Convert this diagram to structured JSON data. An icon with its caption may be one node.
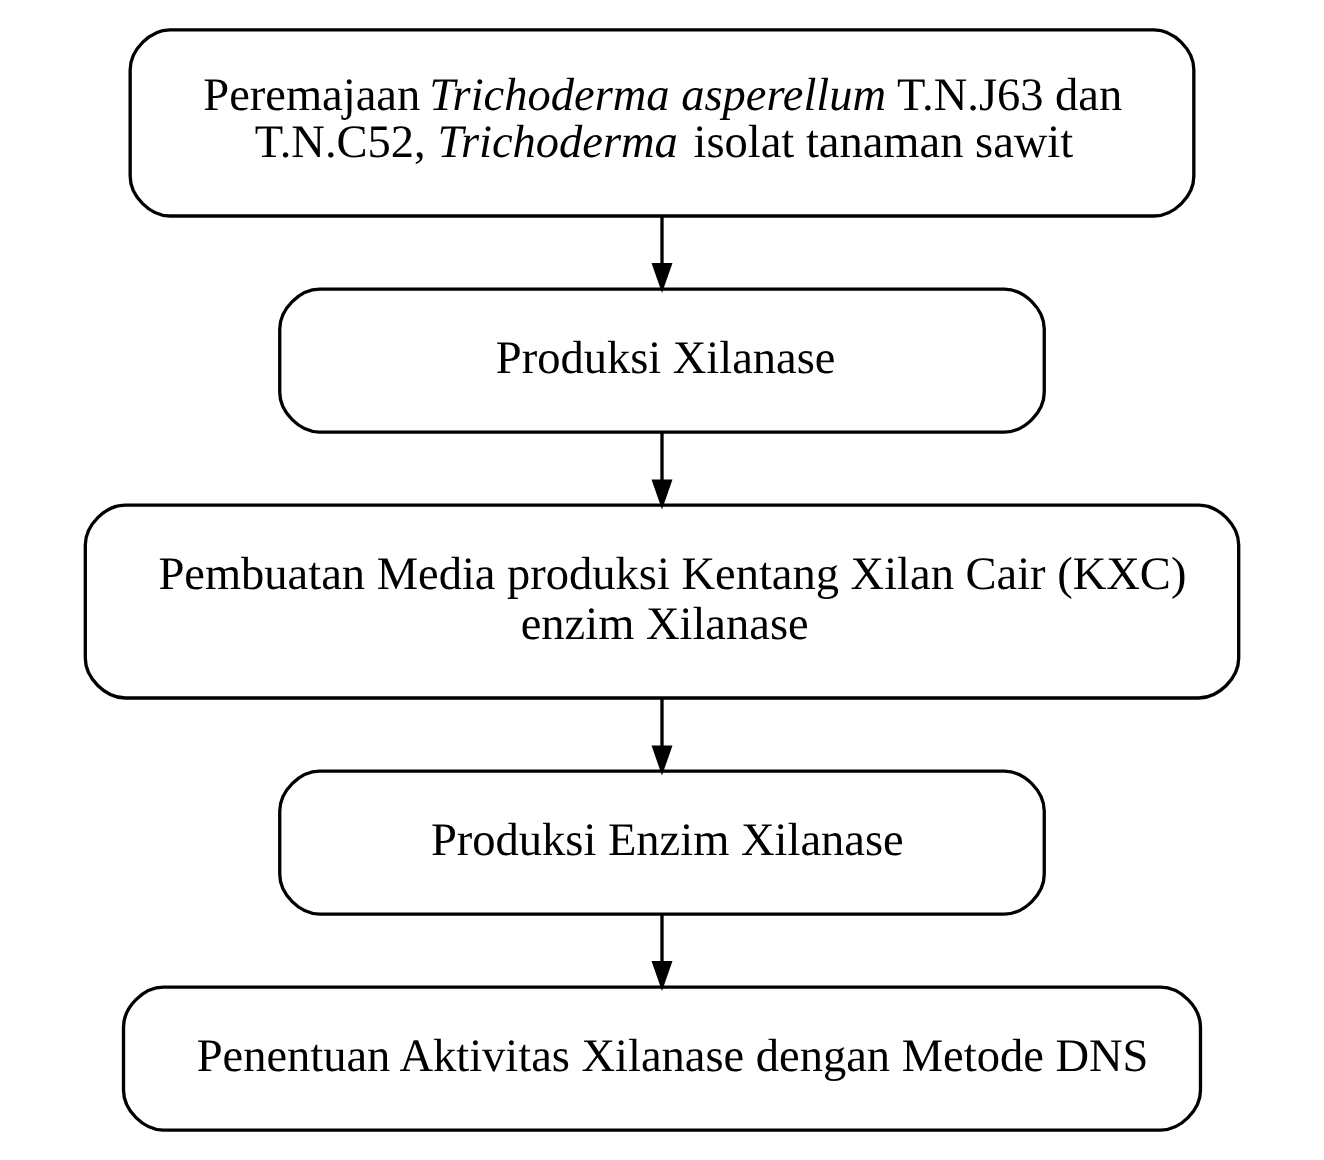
{
  "diagram": {
    "nodes": [
      {
        "text": [
          "Peremajaan *Trichoderma asperellum* T.N.J63 dan T.N.C52, *Trichoderma* isolat tanaman sawit"
        ]
      },
      {
        "text": [
          "Produksi Xilanase"
        ]
      },
      {
        "text": [
          "Pembuatan Media produksi Kentang Xilan Cair (KXC) enzim Xilanase"
        ]
      },
      {
        "text": [
          "Produksi Enzim Xilanase"
        ]
      },
      {
        "text": [
          "Penentuan Aktivitas Xilanase dengan Metode DNS"
        ]
      }
    ],
    "edges": [
      {
        "from": 0,
        "to": 1,
        "arrow": "to"
      },
      {
        "from": 1,
        "to": 2,
        "arrow": "to"
      },
      {
        "from": 2,
        "to": 3,
        "arrow": "to"
      },
      {
        "from": 3,
        "to": 4,
        "arrow": "to"
      }
    ]
  }
}
